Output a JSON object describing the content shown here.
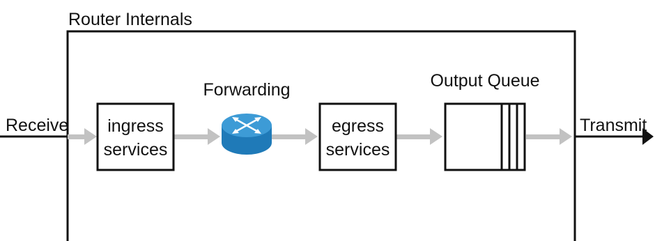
{
  "diagram": {
    "title": "Router Internals",
    "input_label": "Receive",
    "output_label": "Transmit",
    "stages": {
      "ingress": {
        "line1": "ingress",
        "line2": "services"
      },
      "forwarding": {
        "label": "Forwarding",
        "icon": "router-icon"
      },
      "egress": {
        "line1": "egress",
        "line2": "services"
      },
      "queue": {
        "label": "Output Queue",
        "icon": "queue-icon"
      }
    },
    "colors": {
      "frame": "#111111",
      "flow_arrow": "#c2c2c2",
      "router_blue": "#1f7ab8",
      "router_top": "#3d9bd6",
      "router_arrow": "#ffffff"
    }
  }
}
